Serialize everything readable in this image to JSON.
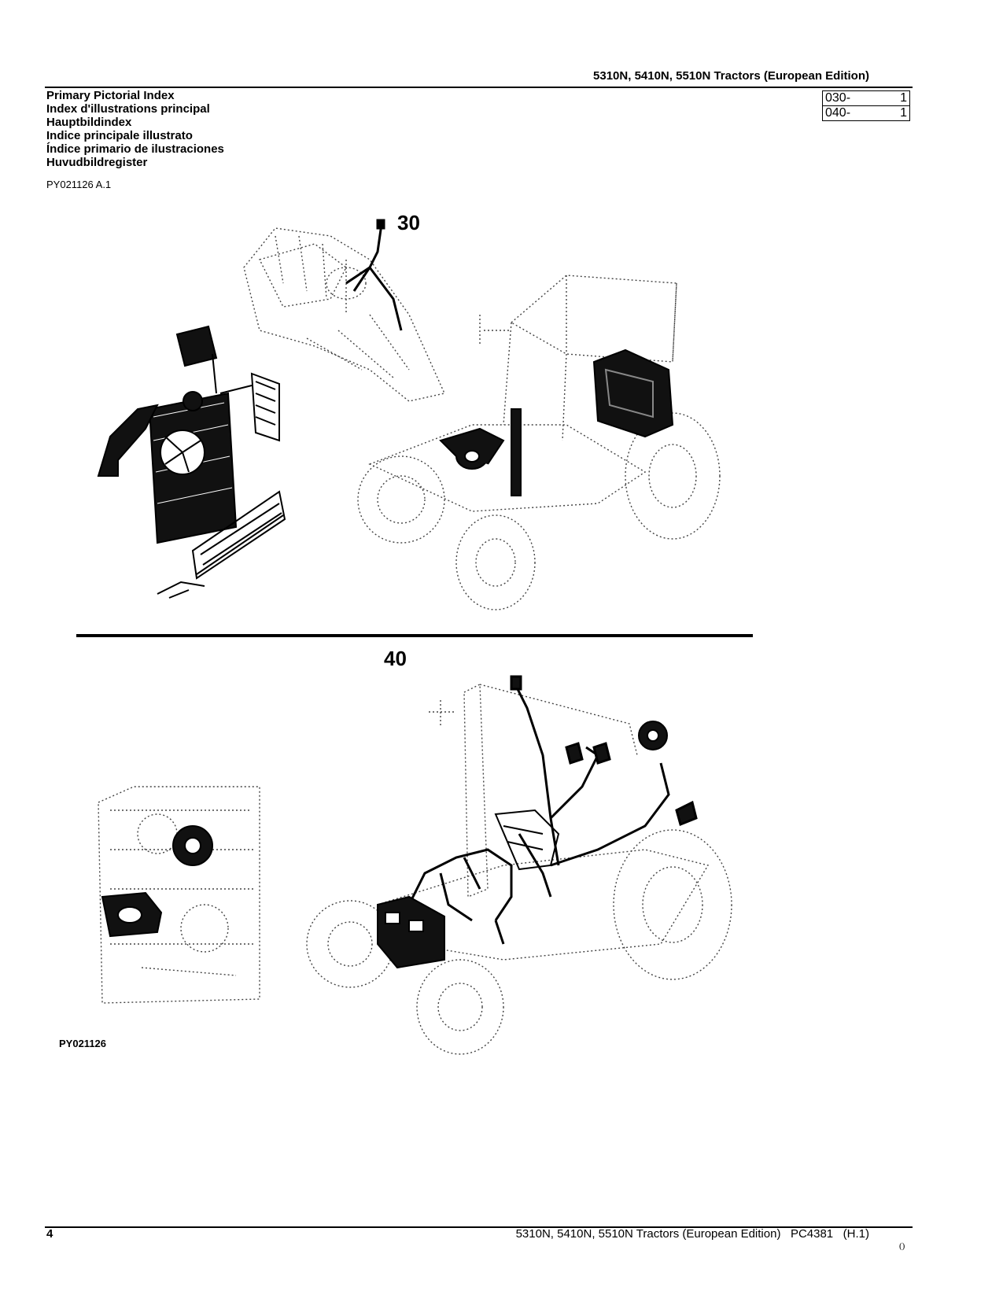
{
  "header": {
    "title": "5310N, 5410N, 5510N Tractors (European Edition)"
  },
  "index_titles": [
    "Primary Pictorial Index",
    "Index d'illustrations principal",
    "Hauptbildindex",
    "Indice principale illustrato",
    "Índice primario de ilustraciones",
    "Huvudbildregister"
  ],
  "figure_reference": "PY021126 A.1",
  "sections": [
    {
      "code": "030-",
      "page": "1"
    },
    {
      "code": "040-",
      "page": "1"
    }
  ],
  "illustration": {
    "section_30_label": "30",
    "section_40_label": "40",
    "image_code": "PY021126"
  },
  "footer": {
    "page_number": "4",
    "title": "5310N, 5410N, 5510N Tractors (European Edition)   PC4381   (H.1)",
    "mark": "()"
  }
}
